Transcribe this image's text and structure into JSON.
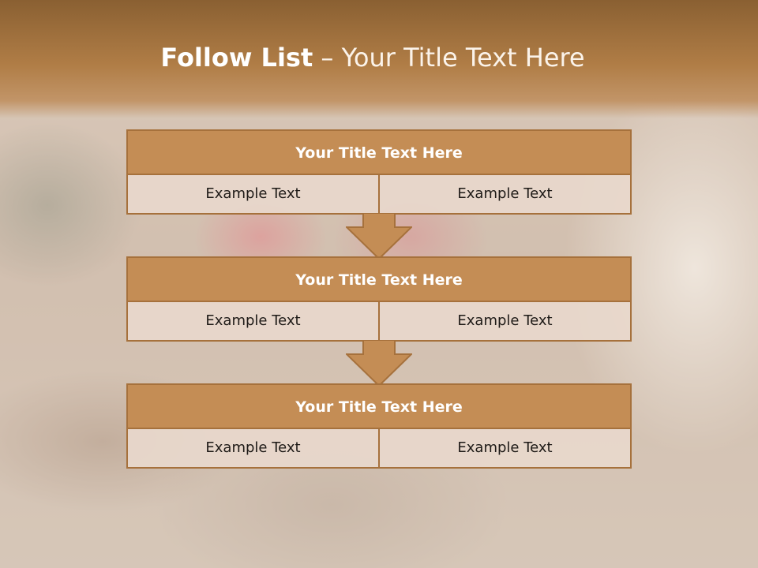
{
  "slide": {
    "title_bold": "Follow List",
    "title_rest": " – Your Title Text Here"
  },
  "steps": [
    {
      "title": "Your Title Text Here",
      "left": "Example Text",
      "right": "Example Text"
    },
    {
      "title": "Your Title Text Here",
      "left": "Example Text",
      "right": "Example Text"
    },
    {
      "title": "Your Title Text Here",
      "left": "Example Text",
      "right": "Example Text"
    }
  ],
  "colors": {
    "header": "#b07d46",
    "box_title": "#c48d55",
    "box_border": "#a6713c",
    "cell_fill": "#e8d8cc"
  },
  "icons": {
    "connector": "down-arrow-icon"
  }
}
